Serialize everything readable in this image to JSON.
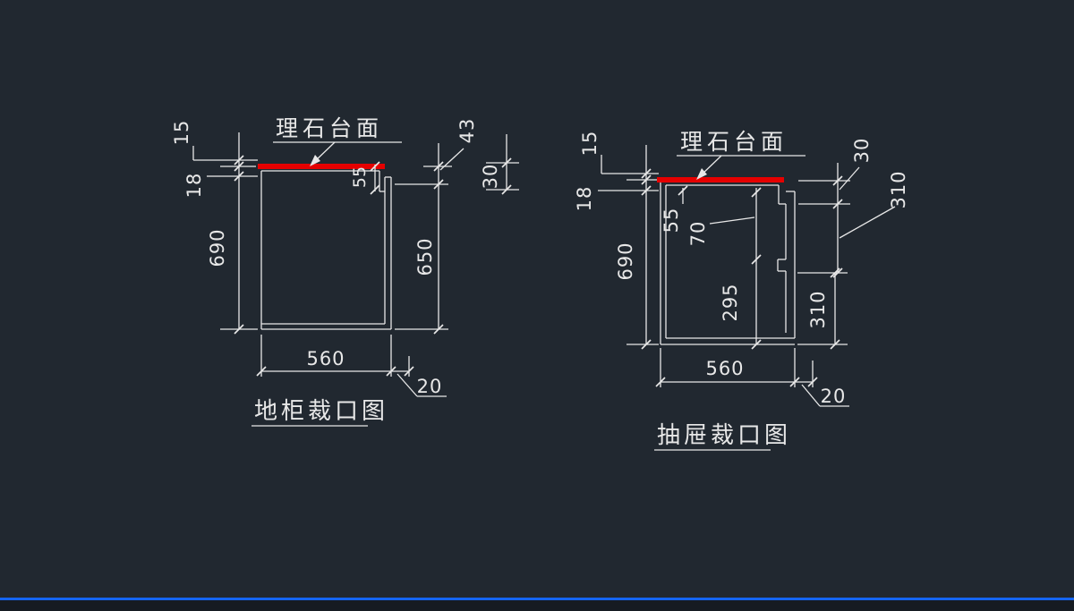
{
  "app": {
    "background": "#212830",
    "line_color": "#e8e8e8",
    "countertop_color": "#e60000",
    "statusline_color": "#1565f2"
  },
  "left_drawing": {
    "title": "地柜裁口图",
    "countertop_label": "理石台面",
    "dims": {
      "countertop_thickness": "15",
      "top_rail": "18",
      "outer_height": "690",
      "inner_height": "650",
      "width": "560",
      "right_offset": "20",
      "notch_total": "43",
      "notch_depth": "30",
      "rabbet": "55"
    }
  },
  "right_drawing": {
    "title": "抽屉裁口图",
    "countertop_label": "理石台面",
    "dims": {
      "countertop_thickness": "15",
      "top_rail": "18",
      "outer_height": "690",
      "width": "560",
      "right_offset": "20",
      "rabbet": "55",
      "top_gap": "70",
      "drawer_height": "295",
      "notch_depth": "30",
      "upper_right": "310",
      "lower_right": "310"
    }
  }
}
